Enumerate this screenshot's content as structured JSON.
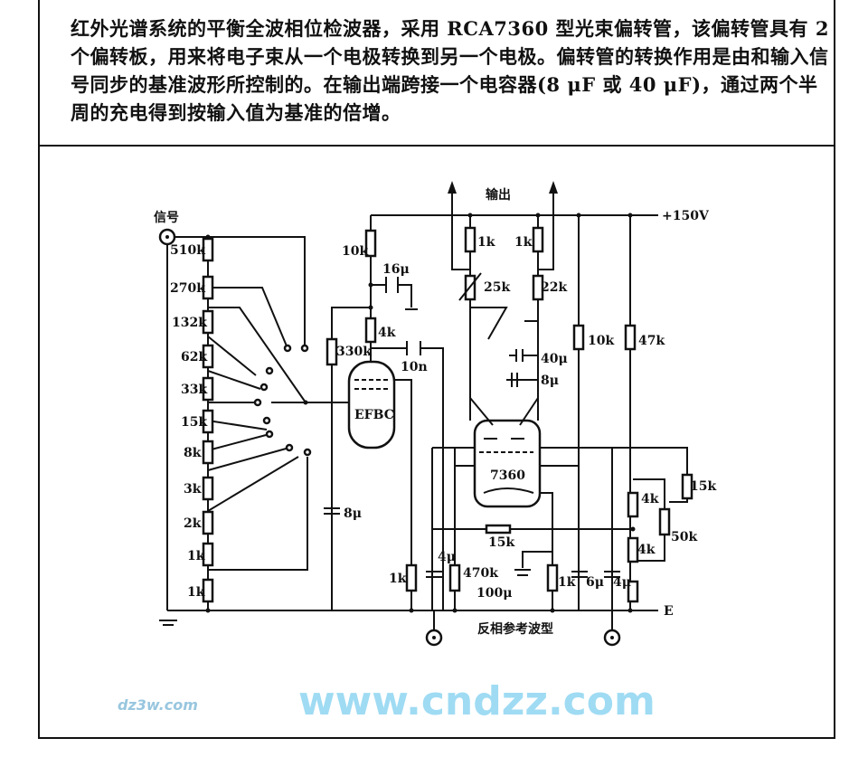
{
  "description_text": "红外光谱系统的平衡全波相位检波器，采用 RCA7360 型光束偏转管，该偏转管具有 2 个偏转板，用来将电子束从一个电极转换到另一个电极。偏转管的转换作用是由和输入信号同步的基准波形所控制的。在输出端跨接一个电容器(8 μF 或 40 μF)，通过两个半周的充电得到按输入值为基准的倍增。",
  "diagram": {
    "signal_label": "信号",
    "output_label": "输出",
    "supply_label": "+150V",
    "ground_label": "E",
    "reference_label": "反相参考波型",
    "tube1_label": "EFBC",
    "tube2_label": "7360",
    "ladder": [
      "510k",
      "270k",
      "132k",
      "62k",
      "33k",
      "15k",
      "8k",
      "3k",
      "2k",
      "1k",
      "1k"
    ],
    "parts": {
      "r_10k_a": "10k",
      "c_16u": "16μ",
      "r_4k_a": "4k",
      "r_330k": "330k",
      "c_10n": "10n",
      "c_8u_a": "8μ",
      "r_1k_a": "1k",
      "r_1k_b": "1k",
      "r_1k_c": "1k",
      "vr_25k": "25k",
      "r_22k": "22k",
      "c_40u": "40μ",
      "c_8u_b": "8μ",
      "r_10k_b": "10k",
      "r_47k": "47k",
      "r_15k_a": "15k",
      "c_4u_a": "4μ",
      "r_470k": "470k",
      "c_100u": "100μ",
      "r_1k_d": "1k",
      "c_6u": "6μ",
      "c_4u_b": "4μ",
      "r_4k_b": "4k",
      "r_4k_c": "4k",
      "vr_50k": "50k",
      "r_15k_b": "15k"
    },
    "watermark": "www.cndzz.com",
    "watermark_small": "dz3w.com"
  }
}
